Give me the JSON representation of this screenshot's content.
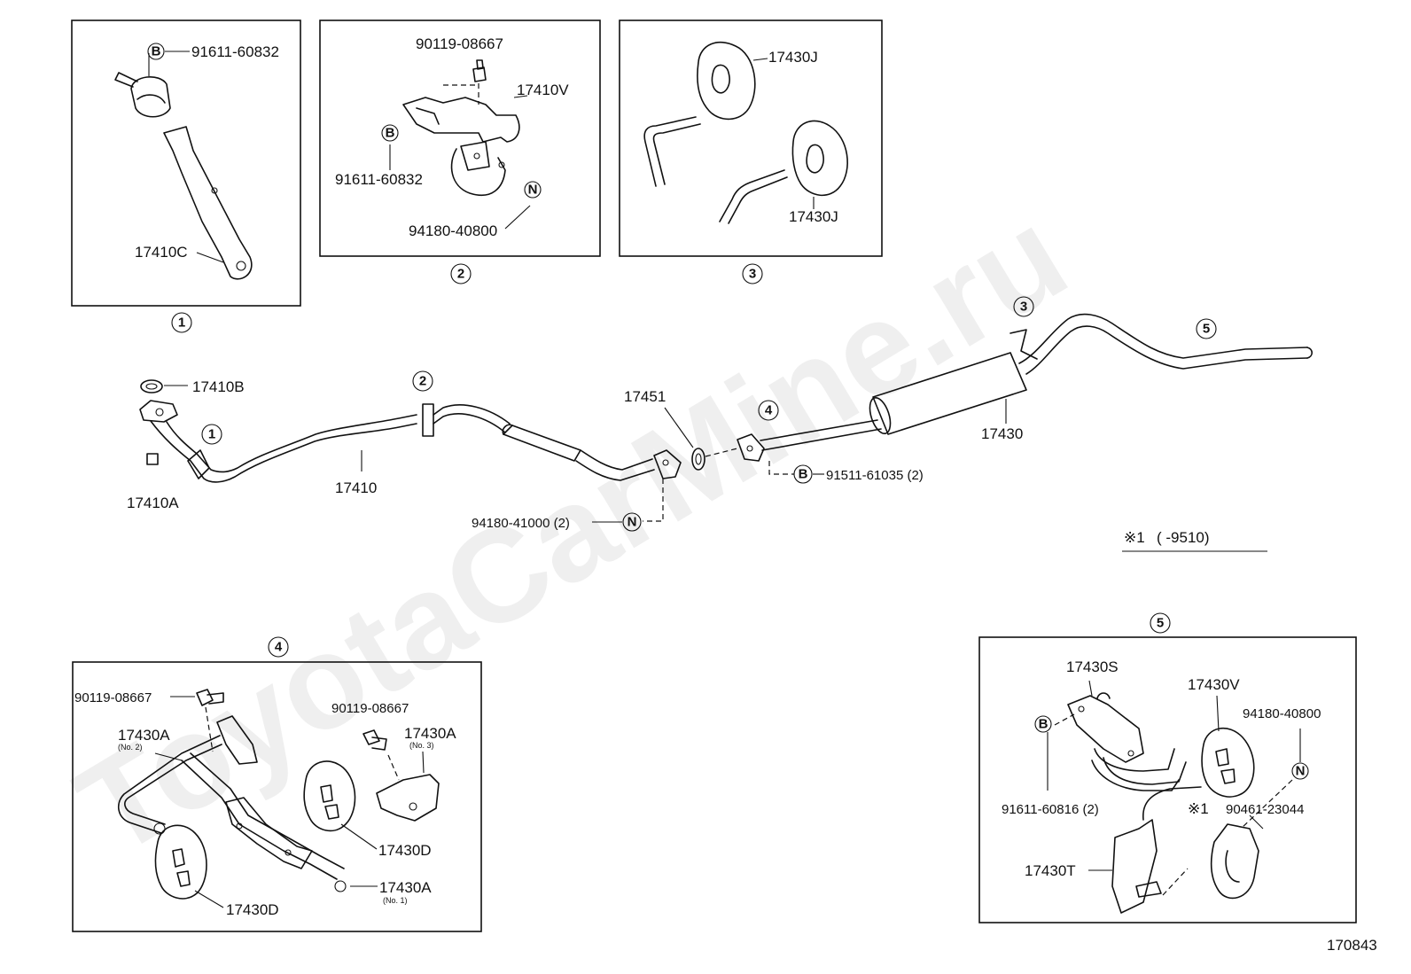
{
  "watermark": "ToyotaCarMine.ru",
  "diagram_code": "170843",
  "footnote": {
    "symbol": "※1",
    "range": "(      -9510)"
  },
  "callouts": {
    "c1": "1",
    "c2": "2",
    "c3": "3",
    "c4": "4",
    "c5": "5"
  },
  "markers": {
    "B": "B",
    "N": "N"
  },
  "boxes": {
    "box1": {
      "parts": [
        "91611-60832",
        "17410C"
      ]
    },
    "box2": {
      "parts": [
        "90119-08667",
        "17410V",
        "91611-60832",
        "94180-40800"
      ]
    },
    "box3": {
      "parts": [
        "17430J",
        "17430J"
      ]
    },
    "box4": {
      "parts": [
        "90119-08667",
        "17430A",
        "(No. 2)",
        "90119-08667",
        "17430A",
        "(No. 3)",
        "17430D",
        "17430A",
        "(No. 1)",
        "17430D"
      ]
    },
    "box5": {
      "parts": [
        "17430S",
        "17430V",
        "94180-40800",
        "91611-60816 (2)",
        "※1",
        "90461-23044",
        "17430T"
      ]
    }
  },
  "main": {
    "parts": [
      "17410B",
      "17410A",
      "17410",
      "17451",
      "17430",
      "94180-41000 (2)",
      "91511-61035 (2)"
    ]
  }
}
